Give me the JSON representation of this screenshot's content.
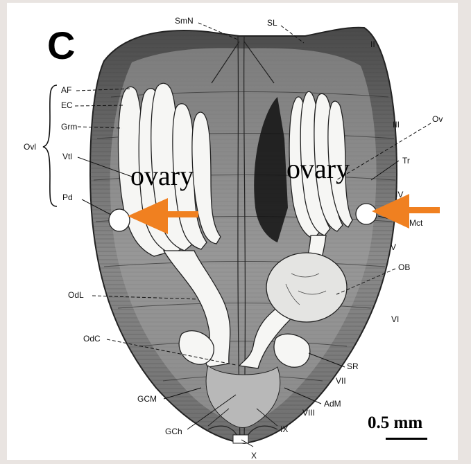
{
  "panel_letter": "C",
  "overlay_labels": {
    "ovary_left": "ovary",
    "ovary_right": "ovary"
  },
  "scale_bar": {
    "label": "0.5 mm"
  },
  "labels": {
    "SmN": "SmN",
    "SL": "SL",
    "II": "II",
    "AF": "AF",
    "EC": "EC",
    "Grm": "Grm",
    "Ovl": "Ovl",
    "Vtl": "Vtl",
    "Pd": "Pd",
    "III": "III",
    "Ov": "Ov",
    "Tr": "Tr",
    "IV": "IV",
    "Mct": "Mct",
    "V": "V",
    "OB": "OB",
    "VI": "VI",
    "OdL": "OdL",
    "OdC": "OdC",
    "SR": "SR",
    "VII": "VII",
    "GCM": "GCM",
    "AdM": "AdM",
    "VIII": "VIII",
    "IX": "IX",
    "GCh": "GCh",
    "X": "X"
  },
  "colors": {
    "arrow": "#f08020",
    "organ": "#f6f6f4",
    "body_shade": "#555555",
    "background": "#e9e4e1"
  }
}
